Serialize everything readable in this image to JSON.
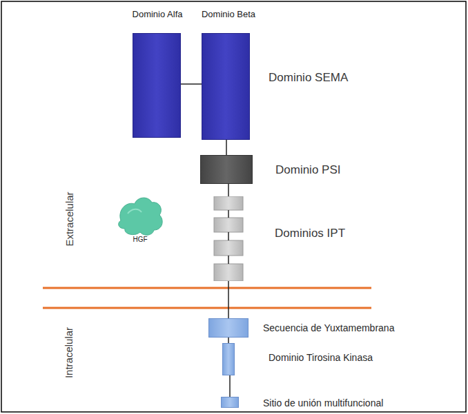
{
  "diagram": {
    "nodes": [
      {
        "text": [
          "Dominio Alfa"
        ]
      },
      {
        "text": [
          "Dominio Beta",
          "Dominio SEMA"
        ]
      },
      {
        "text": [
          "Dominio PSI"
        ]
      },
      {
        "text": [
          "Dominios IPT"
        ]
      },
      {
        "text": [
          "Secuencia de Yuxtamembrana"
        ]
      },
      {
        "text": [
          "Dominio Tirosina Kinasa"
        ]
      },
      {
        "text": [
          "Sitio de unión multifuncional"
        ]
      },
      {
        "text": [
          "HGF"
        ]
      }
    ],
    "edges": [
      {
        "from": 0,
        "to": 1,
        "arrow": "none"
      },
      {
        "from": 1,
        "to": 2,
        "arrow": "none"
      },
      {
        "from": 2,
        "to": 3,
        "arrow": "none"
      },
      {
        "from": 3,
        "to": 4,
        "arrow": "none"
      },
      {
        "from": 4,
        "to": 5,
        "arrow": "none"
      },
      {
        "from": 5,
        "to": 6,
        "arrow": "none"
      }
    ],
    "labels": [
      "Extracelular",
      "Intracelular"
    ]
  }
}
